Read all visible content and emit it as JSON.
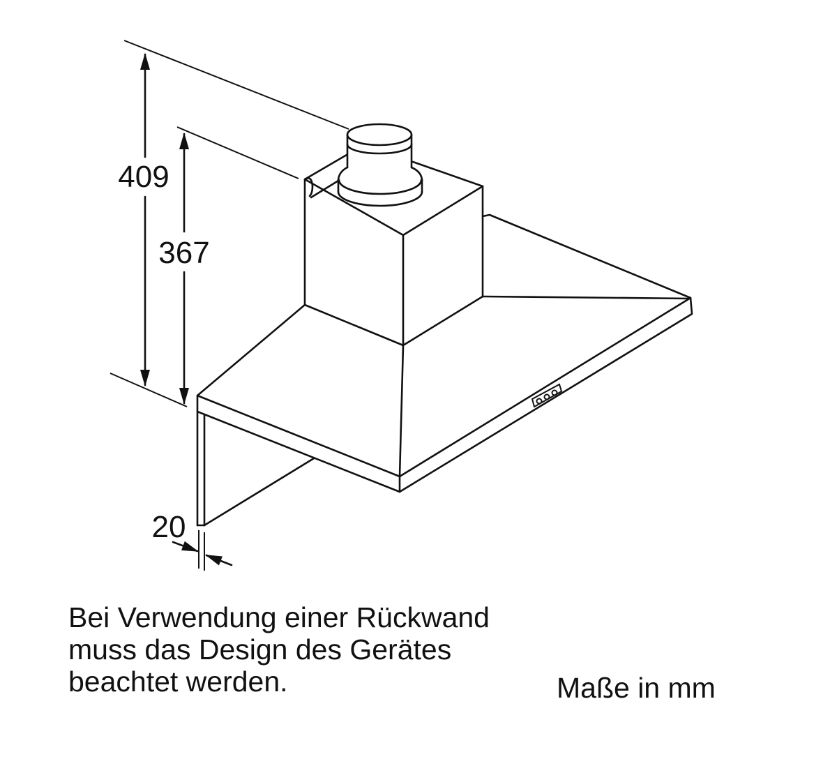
{
  "dimensions": {
    "total_height": "409",
    "canopy_to_duct_height": "367",
    "back_panel_thickness": "20"
  },
  "note": {
    "lines": [
      "Bei Verwendung einer Rückwand",
      "muss das Design des Gerätes",
      "beachtet werden."
    ]
  },
  "units_label": "Maße in mm"
}
